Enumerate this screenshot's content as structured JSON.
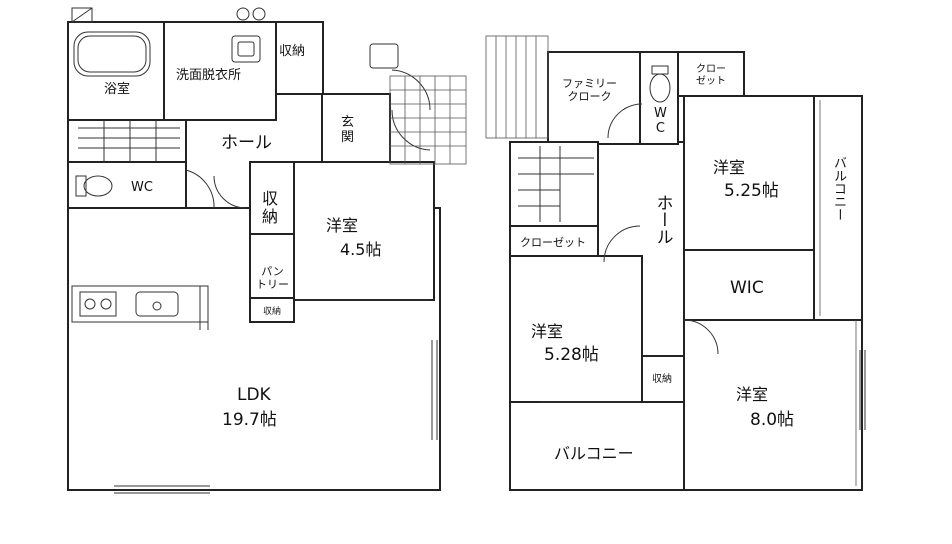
{
  "floor1": {
    "rooms": {
      "bath": "浴室",
      "washroom": "洗面脱衣所",
      "storage_top": "収納",
      "hall": "ホール",
      "entrance": "玄\n関",
      "wc": "WC",
      "storage_mid": "収\n納",
      "western_room_name": "洋室",
      "western_room_size": "4.5帖",
      "pantry": "パン\nトリー",
      "storage_small": "収納",
      "ldk_name": "LDK",
      "ldk_size": "19.7帖"
    }
  },
  "floor2": {
    "rooms": {
      "family_closet": "ファミリー\nクローク",
      "closet_top": "クロー\nゼット",
      "wc": "W\nC",
      "hall": "ホール",
      "room_a_name": "洋室",
      "room_a_size": "5.25帖",
      "balcony_right": "バルコニー",
      "closet_left": "クローゼット",
      "wic": "WIC",
      "room_b_name": "洋室",
      "room_b_size": "5.28帖",
      "storage": "収納",
      "room_c_name": "洋室",
      "room_c_size": "8.0帖",
      "balcony_bottom": "バルコニー"
    }
  }
}
